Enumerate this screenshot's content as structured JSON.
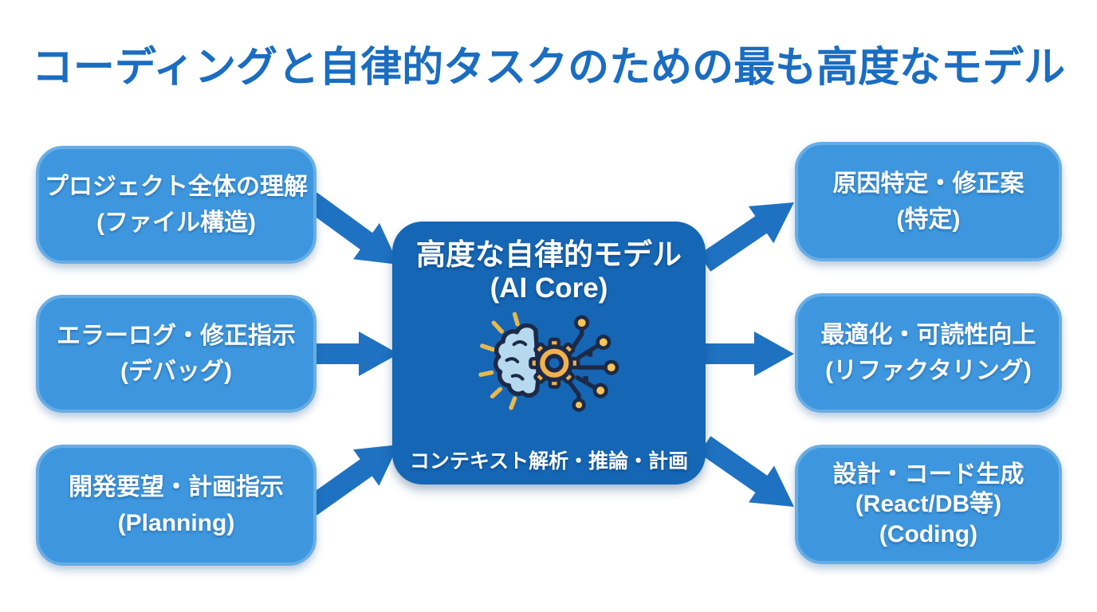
{
  "title": "コーディングと自律的タスクのための最も高度なモデル",
  "colors": {
    "title-text": "#1a6dc1",
    "box-fill": "#3e97de",
    "box-border": "#68ade6",
    "center-fill": "#1566b5",
    "arrow": "#1f72c2",
    "box-text": "#ffffff",
    "icon-outline": "#1c2a47",
    "icon-brain": "#b7d9f0",
    "icon-accent": "#f0b24e",
    "icon-node": "#f5c455",
    "icon-spark": "#e8b84d"
  },
  "inputs": [
    {
      "lines": [
        "プロジェクト全体の理解",
        "(ファイル構造)"
      ]
    },
    {
      "lines": [
        "エラーログ・修正指示",
        "(デバッグ)"
      ]
    },
    {
      "lines": [
        "開発要望・計画指示",
        "(Planning)"
      ]
    }
  ],
  "core": {
    "title": "高度な自律的モデル",
    "subtitle": "(AI Core)",
    "caption": "コンテキスト解析・推論・計画",
    "icon": "brain-gear-circuit-icon"
  },
  "outputs": [
    {
      "lines": [
        "原因特定・修正案",
        "(特定)"
      ]
    },
    {
      "lines": [
        "最適化・可読性向上",
        "(リファクタリング)"
      ]
    },
    {
      "lines": [
        "設計・コード生成",
        "(React/DB等)",
        "(Coding)"
      ]
    }
  ]
}
